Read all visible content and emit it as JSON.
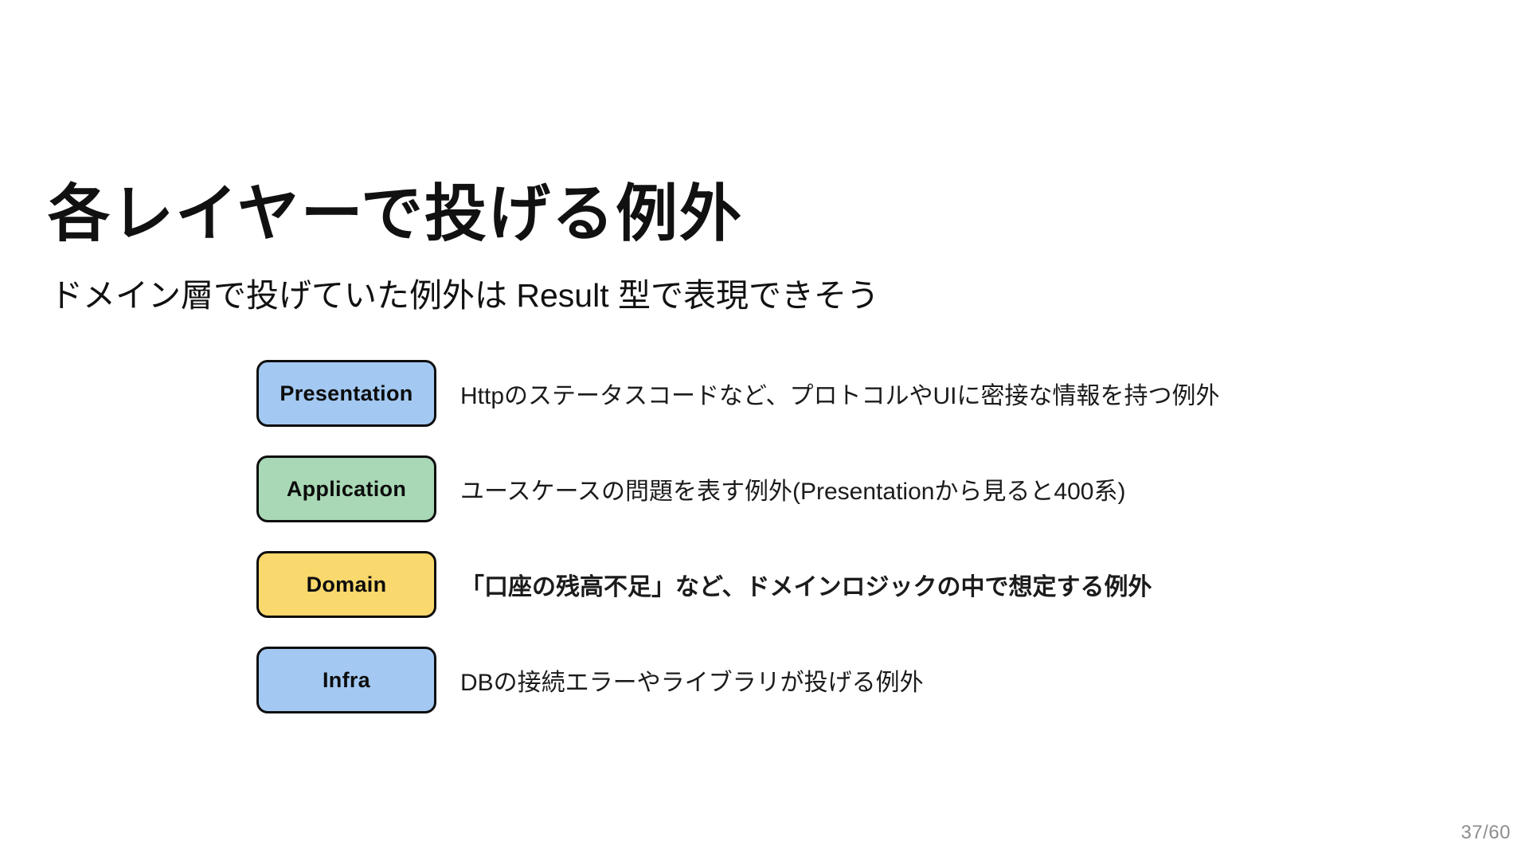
{
  "slide": {
    "title": "各レイヤーで投げる例外",
    "subtitle": "ドメイン層で投げていた例外は Result 型で表現できそう",
    "page_number": "37/60",
    "colors": {
      "background": "#ffffff",
      "box_border": "#0e0e0e",
      "text": "#111111",
      "page_number": "#8e8e8e",
      "layer_blue": "#a3c9f2",
      "layer_green": "#a8d8b5",
      "layer_yellow": "#f9d86d"
    },
    "layers": [
      {
        "label": "Presentation",
        "color": "#a3c9f2",
        "description": "Httpのステータスコードなど、プロトコルやUIに密接な情報を持つ例外",
        "description_bold": false
      },
      {
        "label": "Application",
        "color": "#a8d8b5",
        "description": "ユースケースの問題を表す例外(Presentationから見ると400系)",
        "description_bold": false
      },
      {
        "label": "Domain",
        "color": "#f9d86d",
        "description": "「口座の残高不足」など、ドメインロジックの中で想定する例外",
        "description_bold": true
      },
      {
        "label": "Infra",
        "color": "#a3c9f2",
        "description": "DBの接続エラーやライブラリが投げる例外",
        "description_bold": false
      }
    ]
  }
}
